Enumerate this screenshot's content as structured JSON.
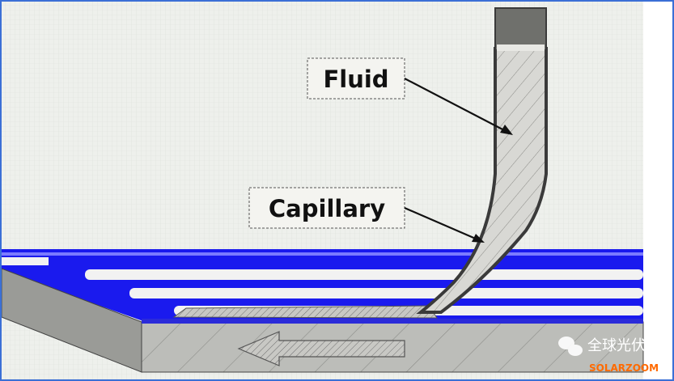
{
  "labels": {
    "fluid": "Fluid",
    "capillary": "Capillary"
  },
  "watermark": {
    "wechat_name": "全球光伏",
    "brand": "SOLARZOOM"
  },
  "colors": {
    "blue_layer": "#1a1aee",
    "substrate": "#b9bab6",
    "capillary": "#444444",
    "fluid": "#d6d6d2",
    "background": "#eef0ec",
    "watermark_orange": "#ff6a00"
  }
}
